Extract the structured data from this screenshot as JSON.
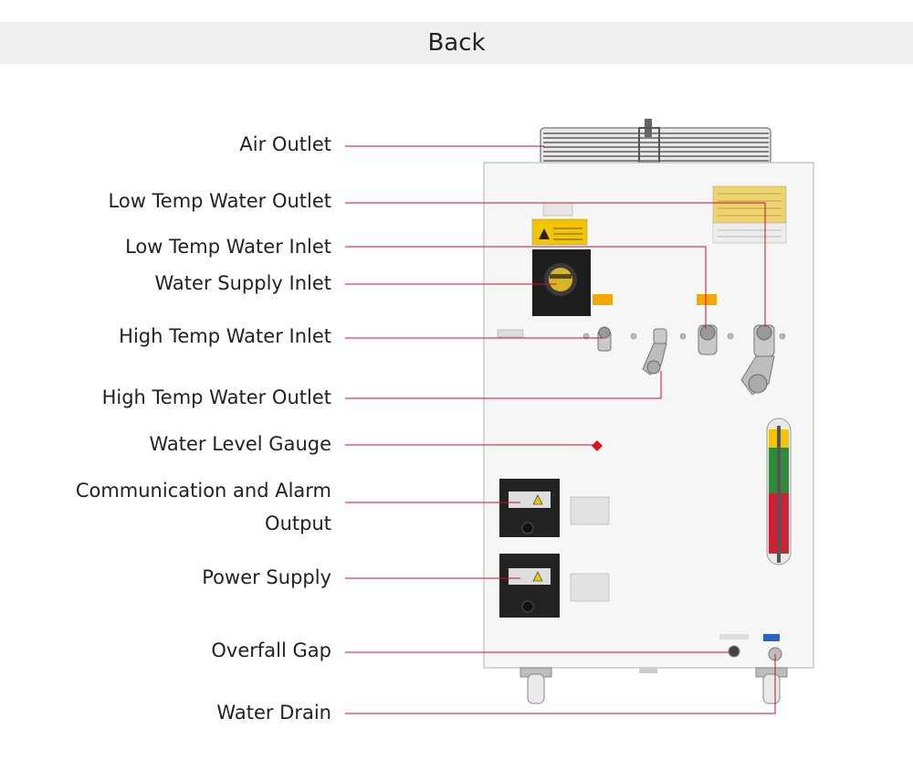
{
  "header": {
    "title": "Back"
  },
  "labels": [
    {
      "id": "air-outlet",
      "text": "Air Outlet"
    },
    {
      "id": "low-temp-water-outlet",
      "text": "Low Temp Water Outlet"
    },
    {
      "id": "low-temp-water-inlet",
      "text": "Low Temp Water Inlet"
    },
    {
      "id": "water-supply-inlet",
      "text": "Water Supply Inlet"
    },
    {
      "id": "high-temp-water-inlet",
      "text": "High Temp Water Inlet"
    },
    {
      "id": "high-temp-water-outlet",
      "text": "High Temp Water Outlet"
    },
    {
      "id": "water-level-gauge",
      "text": "Water Level Gauge"
    },
    {
      "id": "communication-alarm-output",
      "text": "Communication and Alarm Output"
    },
    {
      "id": "power-supply",
      "text": "Power Supply"
    },
    {
      "id": "overfall-gap",
      "text": "Overfall Gap"
    },
    {
      "id": "water-drain",
      "text": "Water Drain"
    }
  ],
  "colors": {
    "leader_line": "#c8102e",
    "marker": "#e0141e",
    "panel": "#f6f6f6"
  }
}
